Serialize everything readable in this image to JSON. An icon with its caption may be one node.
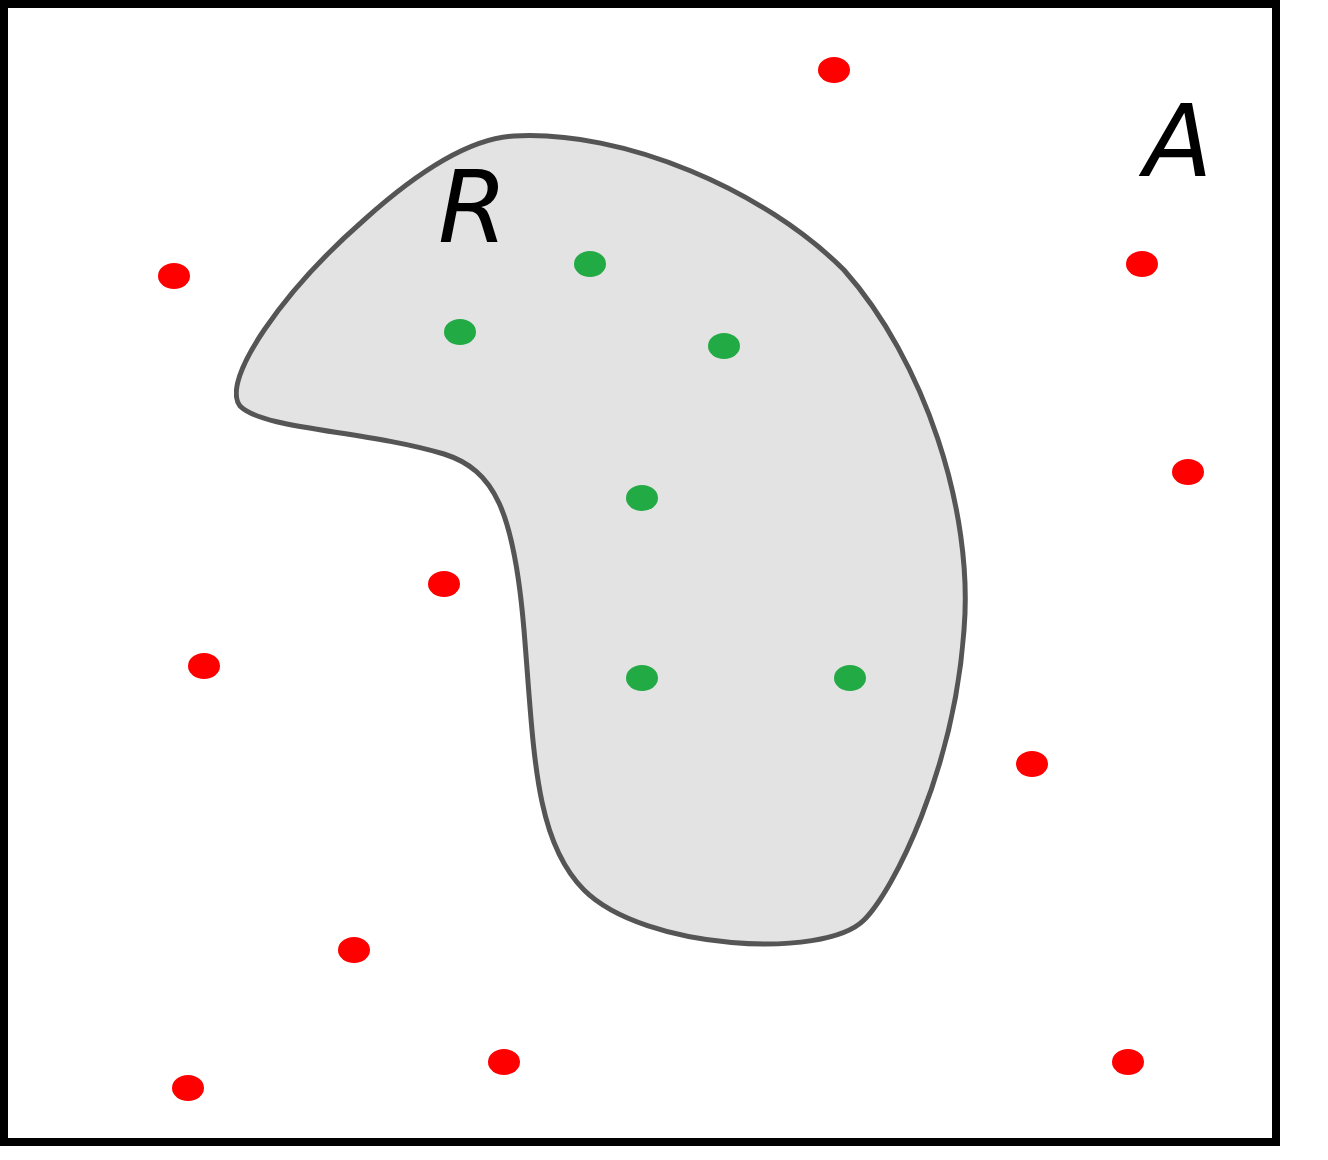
{
  "diagram": {
    "nodes": [
      {
        "text": [
          "A"
        ]
      },
      {
        "text": [
          "R"
        ],
        "in": 0
      }
    ]
  }
}
